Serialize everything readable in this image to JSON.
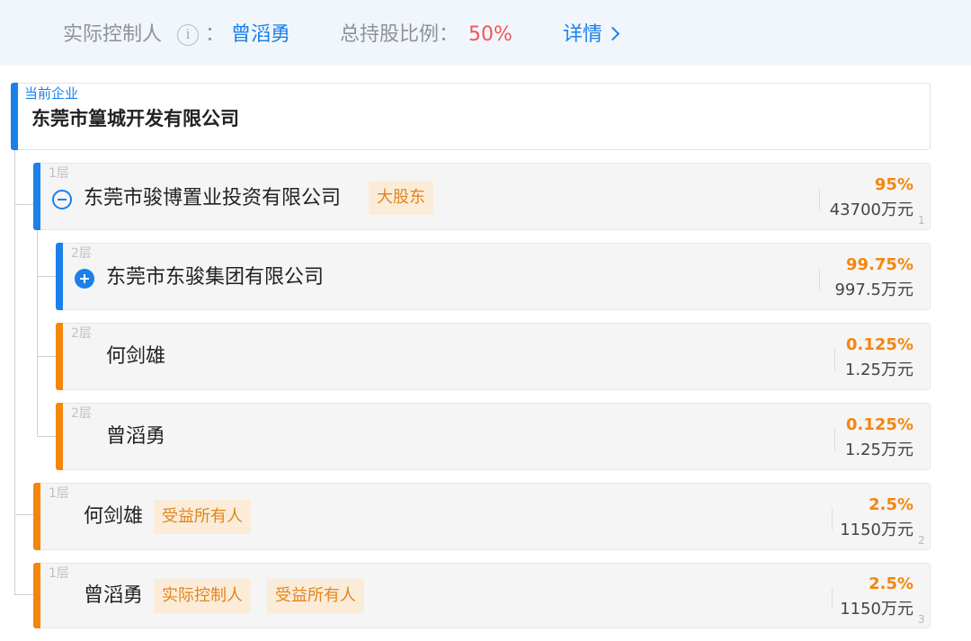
{
  "header": {
    "controller_label": "实际控制人",
    "colon": "：",
    "controller_name": "曾滔勇",
    "share_label": "总持股比例：",
    "share_value": "50%",
    "details_label": "详情"
  },
  "root": {
    "label": "当前企业",
    "name": "东莞市篁城开发有限公司"
  },
  "nodes": [
    {
      "level": "1层",
      "name": "东莞市骏博置业投资有限公司",
      "tags": [
        "大股东"
      ],
      "percent": "95%",
      "amount": "43700万元",
      "index": "1",
      "expanded": true
    },
    {
      "level": "2层",
      "name": "东莞市东骏集团有限公司",
      "tags": [],
      "percent": "99.75%",
      "amount": "997.5万元",
      "index": "",
      "expanded": false
    },
    {
      "level": "2层",
      "name": "何剑雄",
      "tags": [],
      "percent": "0.125%",
      "amount": "1.25万元",
      "index": ""
    },
    {
      "level": "2层",
      "name": "曾滔勇",
      "tags": [],
      "percent": "0.125%",
      "amount": "1.25万元",
      "index": ""
    },
    {
      "level": "1层",
      "name": "何剑雄",
      "tags": [
        "受益所有人"
      ],
      "percent": "2.5%",
      "amount": "1150万元",
      "index": "2"
    },
    {
      "level": "1层",
      "name": "曾滔勇",
      "tags": [
        "实际控制人",
        "受益所有人"
      ],
      "percent": "2.5%",
      "amount": "1150万元",
      "index": "3"
    }
  ],
  "colors": {
    "blue": "#1a80ea",
    "orange": "#f5860c",
    "red": "#f0565a",
    "tag_bg": "#fbecd9"
  }
}
